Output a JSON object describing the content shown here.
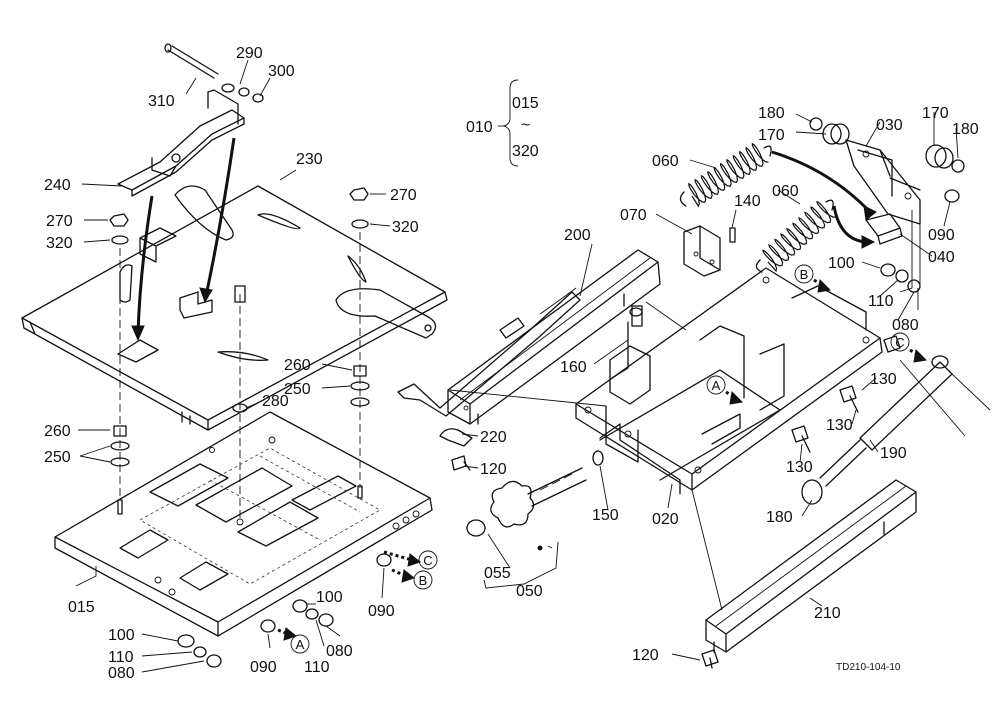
{
  "diagram": {
    "drawing_code": "TD210-104-10",
    "assembly": {
      "label": "010",
      "range_start": "015",
      "range_sep": "~",
      "range_end": "320"
    },
    "part_labels": [
      "310",
      "290",
      "300",
      "230",
      "240",
      "270",
      "320",
      "260",
      "250",
      "280",
      "015",
      "100",
      "110",
      "080",
      "090",
      "200",
      "070",
      "140",
      "060",
      "170",
      "180",
      "030",
      "040",
      "160",
      "220",
      "120",
      "150",
      "055",
      "050",
      "020",
      "130",
      "190",
      "210"
    ],
    "reference_marks": [
      "A",
      "B",
      "C"
    ]
  }
}
